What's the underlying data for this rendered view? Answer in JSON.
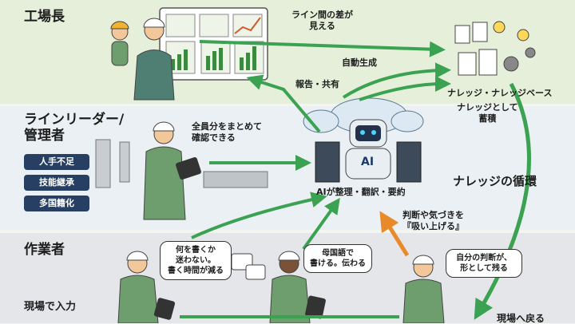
{
  "sections": {
    "top_title": "工場長",
    "mid_title": "ラインリーダー/\n管理者",
    "bot_title": "作業者"
  },
  "issues": [
    "人手不足",
    "技能継承",
    "多国籍化"
  ],
  "labels": {
    "line_diff": "ライン間の差が\n見える",
    "auto_gen": "自動生成",
    "report": "報告・共有",
    "knowledge_base": "ナレッジ・ナレッジベース",
    "accumulate": "ナレッジとして\n蓄積",
    "summary": "全員分をまとめて\n確認できる",
    "ai_label": "AIが整理・翻訳・要約",
    "ai_badge": "AI",
    "cycle": "ナレッジの循環",
    "absorb": "判断や気づきを\n『吸い上げる』",
    "field_input": "現場で入力",
    "field_return": "現場へ戻る"
  },
  "bubbles": {
    "b1": "何を書くか\n迷わない。\n書く時間が減る",
    "b2": "母国語で\n書ける。伝わる",
    "b3": "自分の判断が、\n形として残る"
  },
  "colors": {
    "green_arrow": "#3aa251",
    "blue_arrow": "#2f8fd0",
    "orange_arrow": "#e98a2a",
    "tag_bg": "#263f63"
  }
}
